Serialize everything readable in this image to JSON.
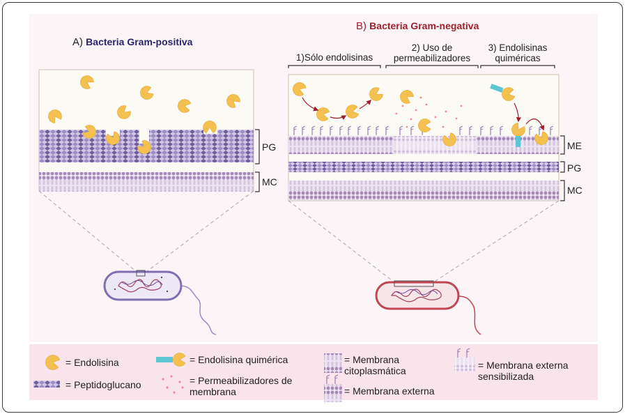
{
  "panel_a": {
    "letter": "A)",
    "title": "Bacteria Gram-positiva",
    "labels": [
      "PG",
      "MC"
    ]
  },
  "panel_b": {
    "letter": "B)",
    "title": "Bacteria Gram-negativa",
    "strategies": [
      {
        "text": "1)Sólo endolisinas"
      },
      {
        "text": "2) Uso de\npermeabilizadores"
      },
      {
        "text": "3) Endolisinas\nquiméricas"
      }
    ],
    "labels": [
      "ME",
      "PG",
      "MC"
    ]
  },
  "legend": {
    "endolisina": "= Endolisina",
    "peptidoglucano": "= Peptidoglucano",
    "quimerica": "= Endolisina quimérica",
    "permeabilizadores": "= Permeabilizadores de\nmembrana",
    "citoplasmatica": "= Membrana\ncitoplasmática",
    "externa": "= Membrana externa",
    "sensibilizada": "= Membrana externa\nsensibilizada"
  },
  "colors": {
    "title_a": "#2a2566",
    "title_b": "#a0202c",
    "pg": "#6f5c9e",
    "pg_light": "#9b8cc4",
    "membrane": "#a68ab9",
    "endolysin": "#f4c150",
    "cyan": "#5cc6d4",
    "arrow": "#9c1c28",
    "bact_a": "#7f6fb0",
    "bact_b": "#c04655"
  }
}
